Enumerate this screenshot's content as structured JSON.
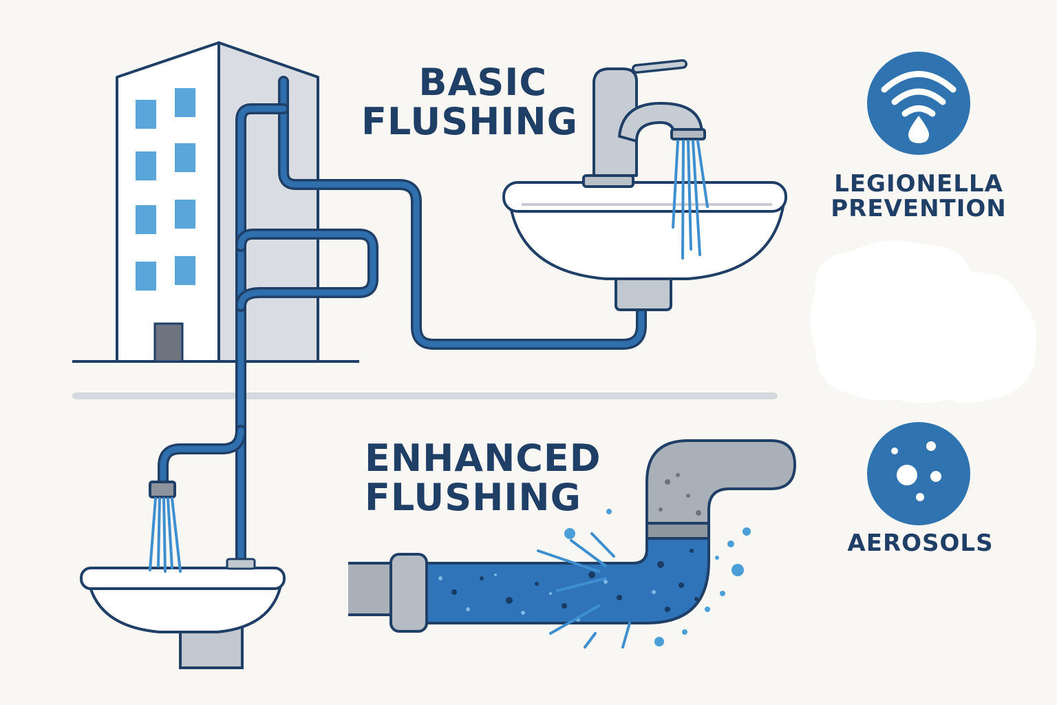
{
  "basic": {
    "line1": "BASIC",
    "line2": "FLUSHING"
  },
  "enhanced": {
    "line1": "ENHANCED",
    "line2": "FLUSHING"
  },
  "legionella": {
    "line1": "LEGIONELLA",
    "line2": "PREVENTION",
    "icon": "wifi-drop-icon"
  },
  "aerosols": {
    "label": "AEROSOLS",
    "icon": "bubbles-icon"
  },
  "colors": {
    "background": "#f9f7f4",
    "navy": "#1f3f66",
    "pipe_blue": "#2f6fae",
    "water_blue": "#4a9fd8",
    "icon_circle": "#2f74b0",
    "grey": "#a9b0b8"
  }
}
